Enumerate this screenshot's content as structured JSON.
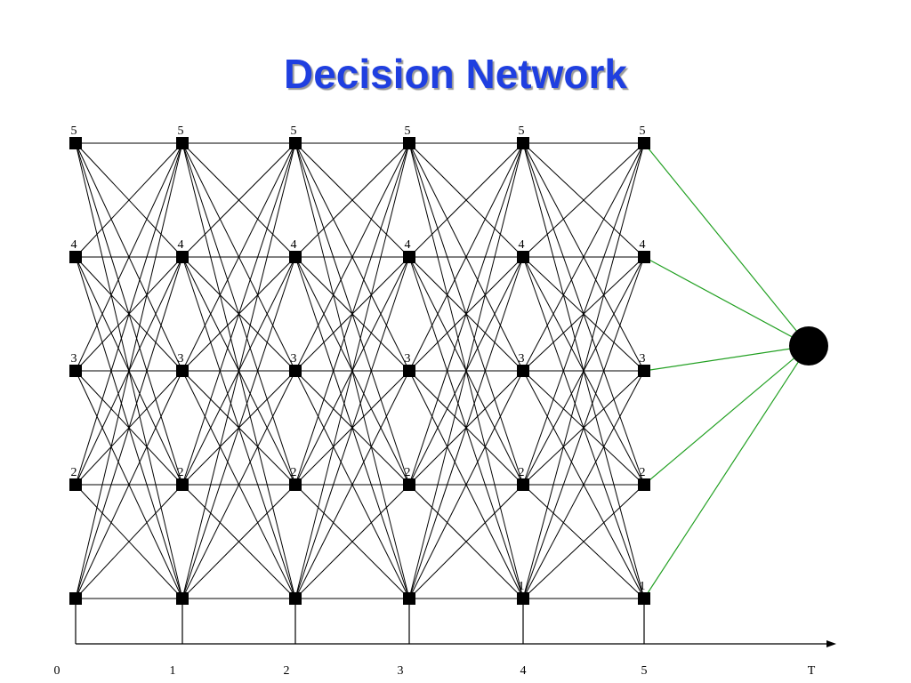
{
  "title": "Decision Network",
  "time_axis": {
    "labels": [
      "0",
      "1",
      "2",
      "3",
      "4",
      "5",
      "T"
    ]
  },
  "columns": [
    {
      "node_labels": [
        "5",
        "4",
        "3",
        "2",
        ""
      ]
    },
    {
      "node_labels": [
        "5",
        "4",
        "3",
        "2",
        ""
      ]
    },
    {
      "node_labels": [
        "5",
        "4",
        "3",
        "2",
        ""
      ]
    },
    {
      "node_labels": [
        "5",
        "4",
        "3",
        "2",
        ""
      ]
    },
    {
      "node_labels": [
        "5",
        "4",
        "3",
        "2",
        "1"
      ]
    },
    {
      "node_labels": [
        "5",
        "4",
        "3",
        "2",
        "1"
      ]
    }
  ],
  "colors": {
    "title": "#1f3fe0",
    "edge": "#000000",
    "terminal_edge": "#22a022",
    "node": "#000000"
  }
}
